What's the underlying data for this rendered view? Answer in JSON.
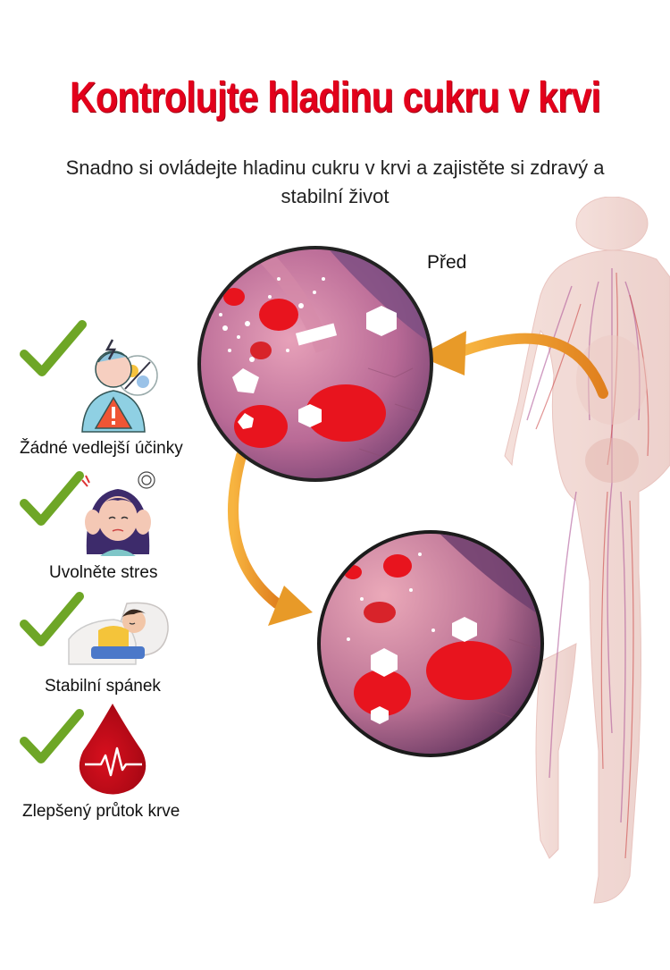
{
  "header": {
    "title": "Kontrolujte hladinu cukru v krvi",
    "subtitle": "Snadno si ovládejte hladinu cukru v krvi a zajistěte si zdravý a stabilní život"
  },
  "diagram": {
    "before_label": "Před"
  },
  "benefits": [
    {
      "label": "Žádné vedlejší účinky",
      "icon": "stressed-person-warning-icon"
    },
    {
      "label": "Uvolněte stres",
      "icon": "headache-woman-icon"
    },
    {
      "label": "Stabilní spánek",
      "icon": "sleeping-person-icon"
    },
    {
      "label": "Zlepšený průtok krve",
      "icon": "blood-drop-pulse-icon"
    }
  ],
  "colors": {
    "title_red": "#e3001b",
    "check_green": "#6ea626",
    "arrow_orange": "#f0a030",
    "blood_red": "#e8141e"
  }
}
